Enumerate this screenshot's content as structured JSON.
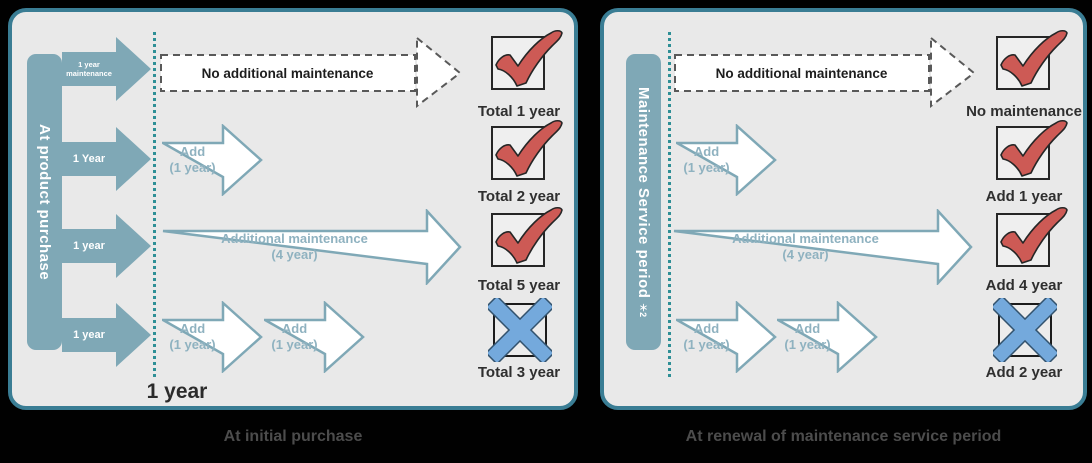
{
  "colors": {
    "background": "#000000",
    "panel_bg": "#e9e9e9",
    "panel_border": "#3a7d94",
    "teal_fill": "#7fa8b6",
    "dotted_line": "#2e8f96",
    "outline_arrow_text": "#8fb2c0",
    "dashed_border": "#595959",
    "check_red": "#cd5a55",
    "cross_blue": "#74a9dc",
    "result_label": "#2f2f2f",
    "caption_gray": "#4c4c4c"
  },
  "left_panel": {
    "caption": "At initial purchase",
    "bar_label": "At product purchase",
    "feeders": {
      "f1": "1 year maintenance",
      "f2": "1 Year",
      "f3": "1 year",
      "f4": "1 year"
    },
    "row1": {
      "arrow": "No additional maintenance",
      "result_icon": "checked-checkbox-icon",
      "result": "Total 1 year"
    },
    "row2": {
      "arrow_l1": "Add",
      "arrow_l2": "(1 year)",
      "result_icon": "checked-checkbox-icon",
      "result": "Total 2 year"
    },
    "row3": {
      "arrow_l1": "Additional maintenance",
      "arrow_l2": "(4 year)",
      "result_icon": "checked-checkbox-icon",
      "result": "Total 5 year"
    },
    "row4": {
      "arrow1_l1": "Add",
      "arrow1_l2": "(1 year)",
      "arrow2_l1": "Add",
      "arrow2_l2": "(1 year)",
      "result_icon": "crossed-checkbox-icon",
      "result": "Total 3 year"
    },
    "footer": "1 year"
  },
  "right_panel": {
    "caption": "At renewal of maintenance service period",
    "bar_label": "Maintenance Service period",
    "bar_note": "＊2",
    "row1": {
      "arrow": "No additional maintenance",
      "result_icon": "checked-checkbox-icon",
      "result": "No maintenance"
    },
    "row2": {
      "arrow_l1": "Add",
      "arrow_l2": "(1 year)",
      "result_icon": "checked-checkbox-icon",
      "result": "Add 1 year"
    },
    "row3": {
      "arrow_l1": "Additional maintenance",
      "arrow_l2": "(4 year)",
      "result_icon": "checked-checkbox-icon",
      "result": "Add 4 year"
    },
    "row4": {
      "arrow1_l1": "Add",
      "arrow1_l2": "(1 year)",
      "arrow2_l1": "Add",
      "arrow2_l2": "(1 year)",
      "result_icon": "crossed-checkbox-icon",
      "result": "Add 2 year"
    }
  }
}
